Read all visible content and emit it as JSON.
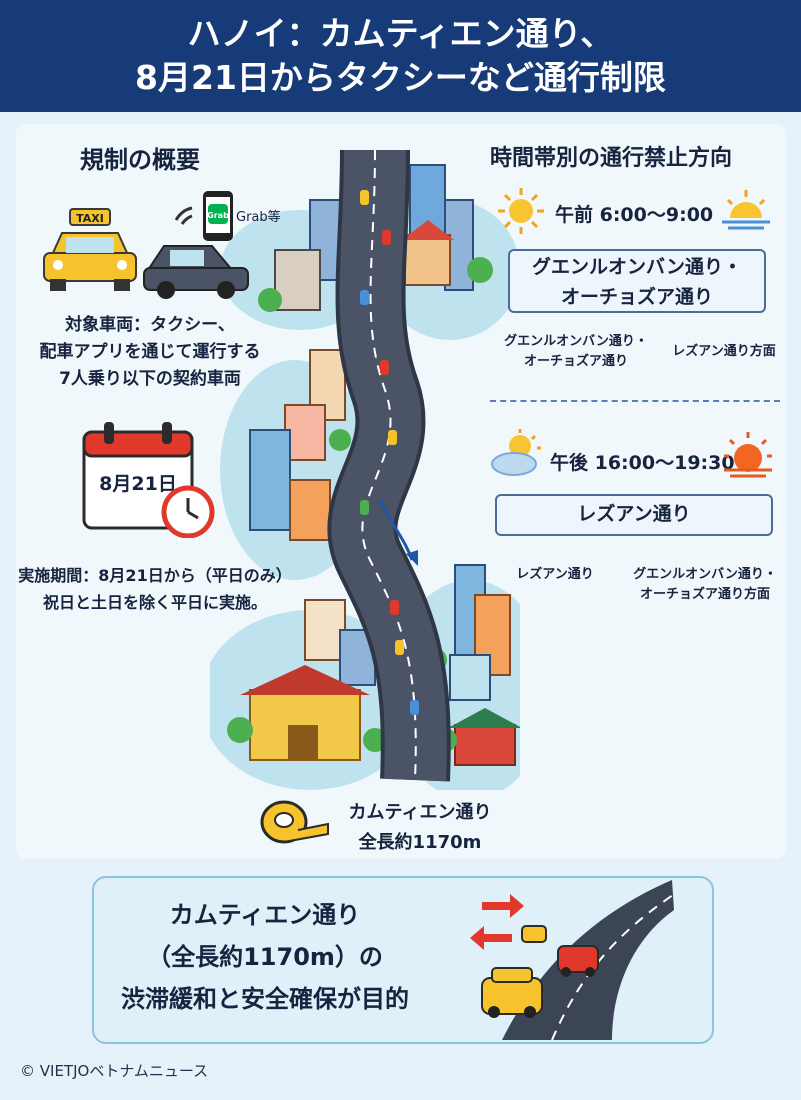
{
  "header": {
    "title_line1": "ハノイ：カムティエン通り、",
    "title_line2": "8月21日からタクシーなど通行制限"
  },
  "overview": {
    "heading": "規制の概要",
    "taxi_sign": "TAXI",
    "app_label": "Grab等",
    "app_logo": "Grab",
    "vehicles_line1": "対象車両：タクシー、",
    "vehicles_line2": "配車アプリを通じて運行する",
    "vehicles_line3": "7人乗り以下の契約車両",
    "calendar_date": "8月21日",
    "period_line1": "実施期間：8月21日から（平日のみ）",
    "period_line2": "祝日と土日を除く平日に実施。"
  },
  "schedule": {
    "heading": "時間帯別の通行禁止方向",
    "morning": {
      "time": "午前 6:00〜9:00",
      "box_line1": "グエンルオンバン通り・",
      "box_line2": "オーチョズア通り",
      "from_line1": "グエンルオンバン通り・",
      "from_line2": "オーチョズア通り",
      "to": "レズアン通り方面"
    },
    "evening": {
      "time": "午後 16:00〜19:30",
      "box": "レズアン通り",
      "from": "レズアン通り",
      "to_line1": "グエンルオンバン通り・",
      "to_line2": "オーチョズア通り方面"
    }
  },
  "road": {
    "name": "カムティエン通り",
    "length": "全長約1170m"
  },
  "goal": {
    "line1": "カムティエン通り",
    "line2": "（全長約1170m）の",
    "line3": "渋滞緩和と安全確保が目的"
  },
  "footer": {
    "copyright": "© VIETJOベトナムニュース"
  },
  "colors": {
    "header_bg": "#173a78",
    "taxi_yellow": "#f6c32c",
    "road_gray": "#3c4556",
    "arrow_red": "#e0392b",
    "arrow_blue": "#1f57a8"
  },
  "icons": [
    "taxi-icon",
    "ride-hailing-car-icon",
    "smartphone-icon",
    "calendar-icon",
    "clock-icon",
    "sun-icon",
    "sunrise-icon",
    "partly-cloudy-icon",
    "sunset-icon",
    "tape-measure-icon",
    "road-icon",
    "traffic-arrows-icon"
  ]
}
